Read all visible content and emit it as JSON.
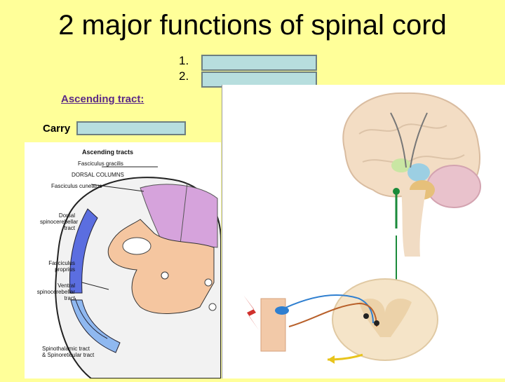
{
  "slide": {
    "title": "2 major functions of spinal cord",
    "list": [
      {
        "num": "1.",
        "text": ""
      },
      {
        "num": "2.",
        "text": ""
      }
    ],
    "ascending_heading": "Ascending tract:",
    "carry_text": "Carry"
  },
  "left_figure": {
    "heading": "Ascending tracts",
    "labels": {
      "fasciculus_gracilis": "Fasciculus gracilis",
      "dorsal_columns": "DORSAL COLUMNS",
      "fasciculus_cuneatus": "Fasciculus cuneatus",
      "dorsal_spino_1": "Dorsal",
      "dorsal_spino_2": "spinocerebellar",
      "dorsal_spino_3": "tract",
      "fasc_proprius_1": "Fasciculus",
      "fasc_proprius_2": "proprius",
      "ventral_spino_1": "Ventral",
      "ventral_spino_2": "spinocerebellar",
      "ventral_spino_3": "tract",
      "spinothal_1": "Spinothalamic tract",
      "spinothal_2": "& Spinoreticular tract"
    }
  },
  "colors": {
    "background": "#ffff99",
    "mask_fill": "#b7dede",
    "heading_purple": "#5b2a86"
  }
}
